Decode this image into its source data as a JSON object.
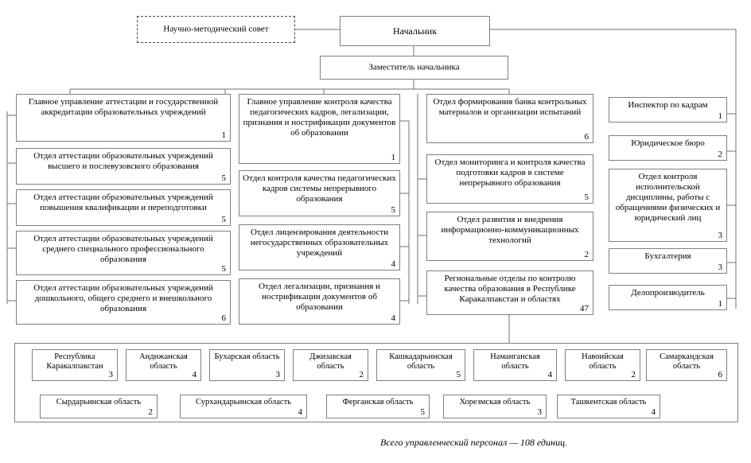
{
  "title": "Структура управления — организационная схема",
  "top": {
    "advisory": {
      "label": "Научно-методический совет",
      "style": "dashed"
    },
    "chief": {
      "label": "Начальник"
    },
    "deputy": {
      "label": "Заместитель начальника"
    }
  },
  "columns": [
    {
      "id": "col1",
      "boxes": [
        {
          "label": "Главное управление аттестации и государственной аккредитации образовательных учреждений",
          "count": "1"
        },
        {
          "label": "Отдел аттестации образовательных учреждений высшего и послевузовского образования",
          "count": "5"
        },
        {
          "label": "Отдел аттестации образовательных учреждений повышения квалификации и переподготовки",
          "count": "5"
        },
        {
          "label": "Отдел аттестации образовательных учреждений среднего специального профессионального образования",
          "count": "5"
        },
        {
          "label": "Отдел аттестации образовательных учреждений дошкольного, общего среднего и внешкольного образования",
          "count": "6"
        }
      ]
    },
    {
      "id": "col2",
      "boxes": [
        {
          "label": "Главное управление контроля качества педагогических кадров, легализации, признания и нострификации документов об образовании",
          "count": "1"
        },
        {
          "label": "Отдел контроля качества педагогических кадров системы непрерывного образования",
          "count": "5"
        },
        {
          "label": "Отдел лицензирования деятельности негосударственных образовательных учреждений",
          "count": "4"
        },
        {
          "label": "Отдел легализации, признания и нострификации документов об образовании",
          "count": "4"
        }
      ]
    },
    {
      "id": "col3",
      "boxes": [
        {
          "label": "Отдел формирования банка контрольных материалов и организации испытаний",
          "count": "6"
        },
        {
          "label": "Отдел мониторинга и контроля качества подготовки кадров в системе непрерывного образования",
          "count": "5"
        },
        {
          "label": "Отдел развития и внедрения информационно-коммуникационных технологий",
          "count": "2"
        },
        {
          "label": "Региональные отделы по контролю качества образования в Республике Каракалпакстан и областях",
          "count": "47"
        }
      ]
    },
    {
      "id": "col4",
      "boxes": [
        {
          "label": "Инспектор по кадрам",
          "count": "1"
        },
        {
          "label": "Юридическое бюро",
          "count": "2"
        },
        {
          "label": "Отдел контроля исполнительской дисциплины, работы с обращениями физических и юридический лиц",
          "count": "3"
        },
        {
          "label": "Бухгалтерия",
          "count": "3"
        },
        {
          "label": "Делопроизводитель",
          "count": "1"
        }
      ]
    }
  ],
  "regions": {
    "row1": [
      {
        "label": "Республика Каракалпакстан",
        "count": "3"
      },
      {
        "label": "Андижанская область",
        "count": "4"
      },
      {
        "label": "Бухарская область",
        "count": "3"
      },
      {
        "label": "Джизакская область",
        "count": "2"
      },
      {
        "label": "Кашкадарьинская область",
        "count": "5"
      },
      {
        "label": "Наманганская область",
        "count": "4"
      },
      {
        "label": "Навоийская область",
        "count": "2"
      },
      {
        "label": "Самаркандская область",
        "count": "6"
      }
    ],
    "row2": [
      {
        "label": "Сырдарьинская область",
        "count": "2"
      },
      {
        "label": "Сурхандарьинская область",
        "count": "4"
      },
      {
        "label": "Ферганская область",
        "count": "5"
      },
      {
        "label": "Хорезмская область",
        "count": "3"
      },
      {
        "label": "Ташкентская область",
        "count": "4"
      }
    ]
  },
  "footer": {
    "text": "Всего управленческий персонал — 108 единиц."
  },
  "colors": {
    "border": "#808080",
    "line": "#6f6f6f",
    "background": "#ffffff",
    "text": "#000000"
  }
}
